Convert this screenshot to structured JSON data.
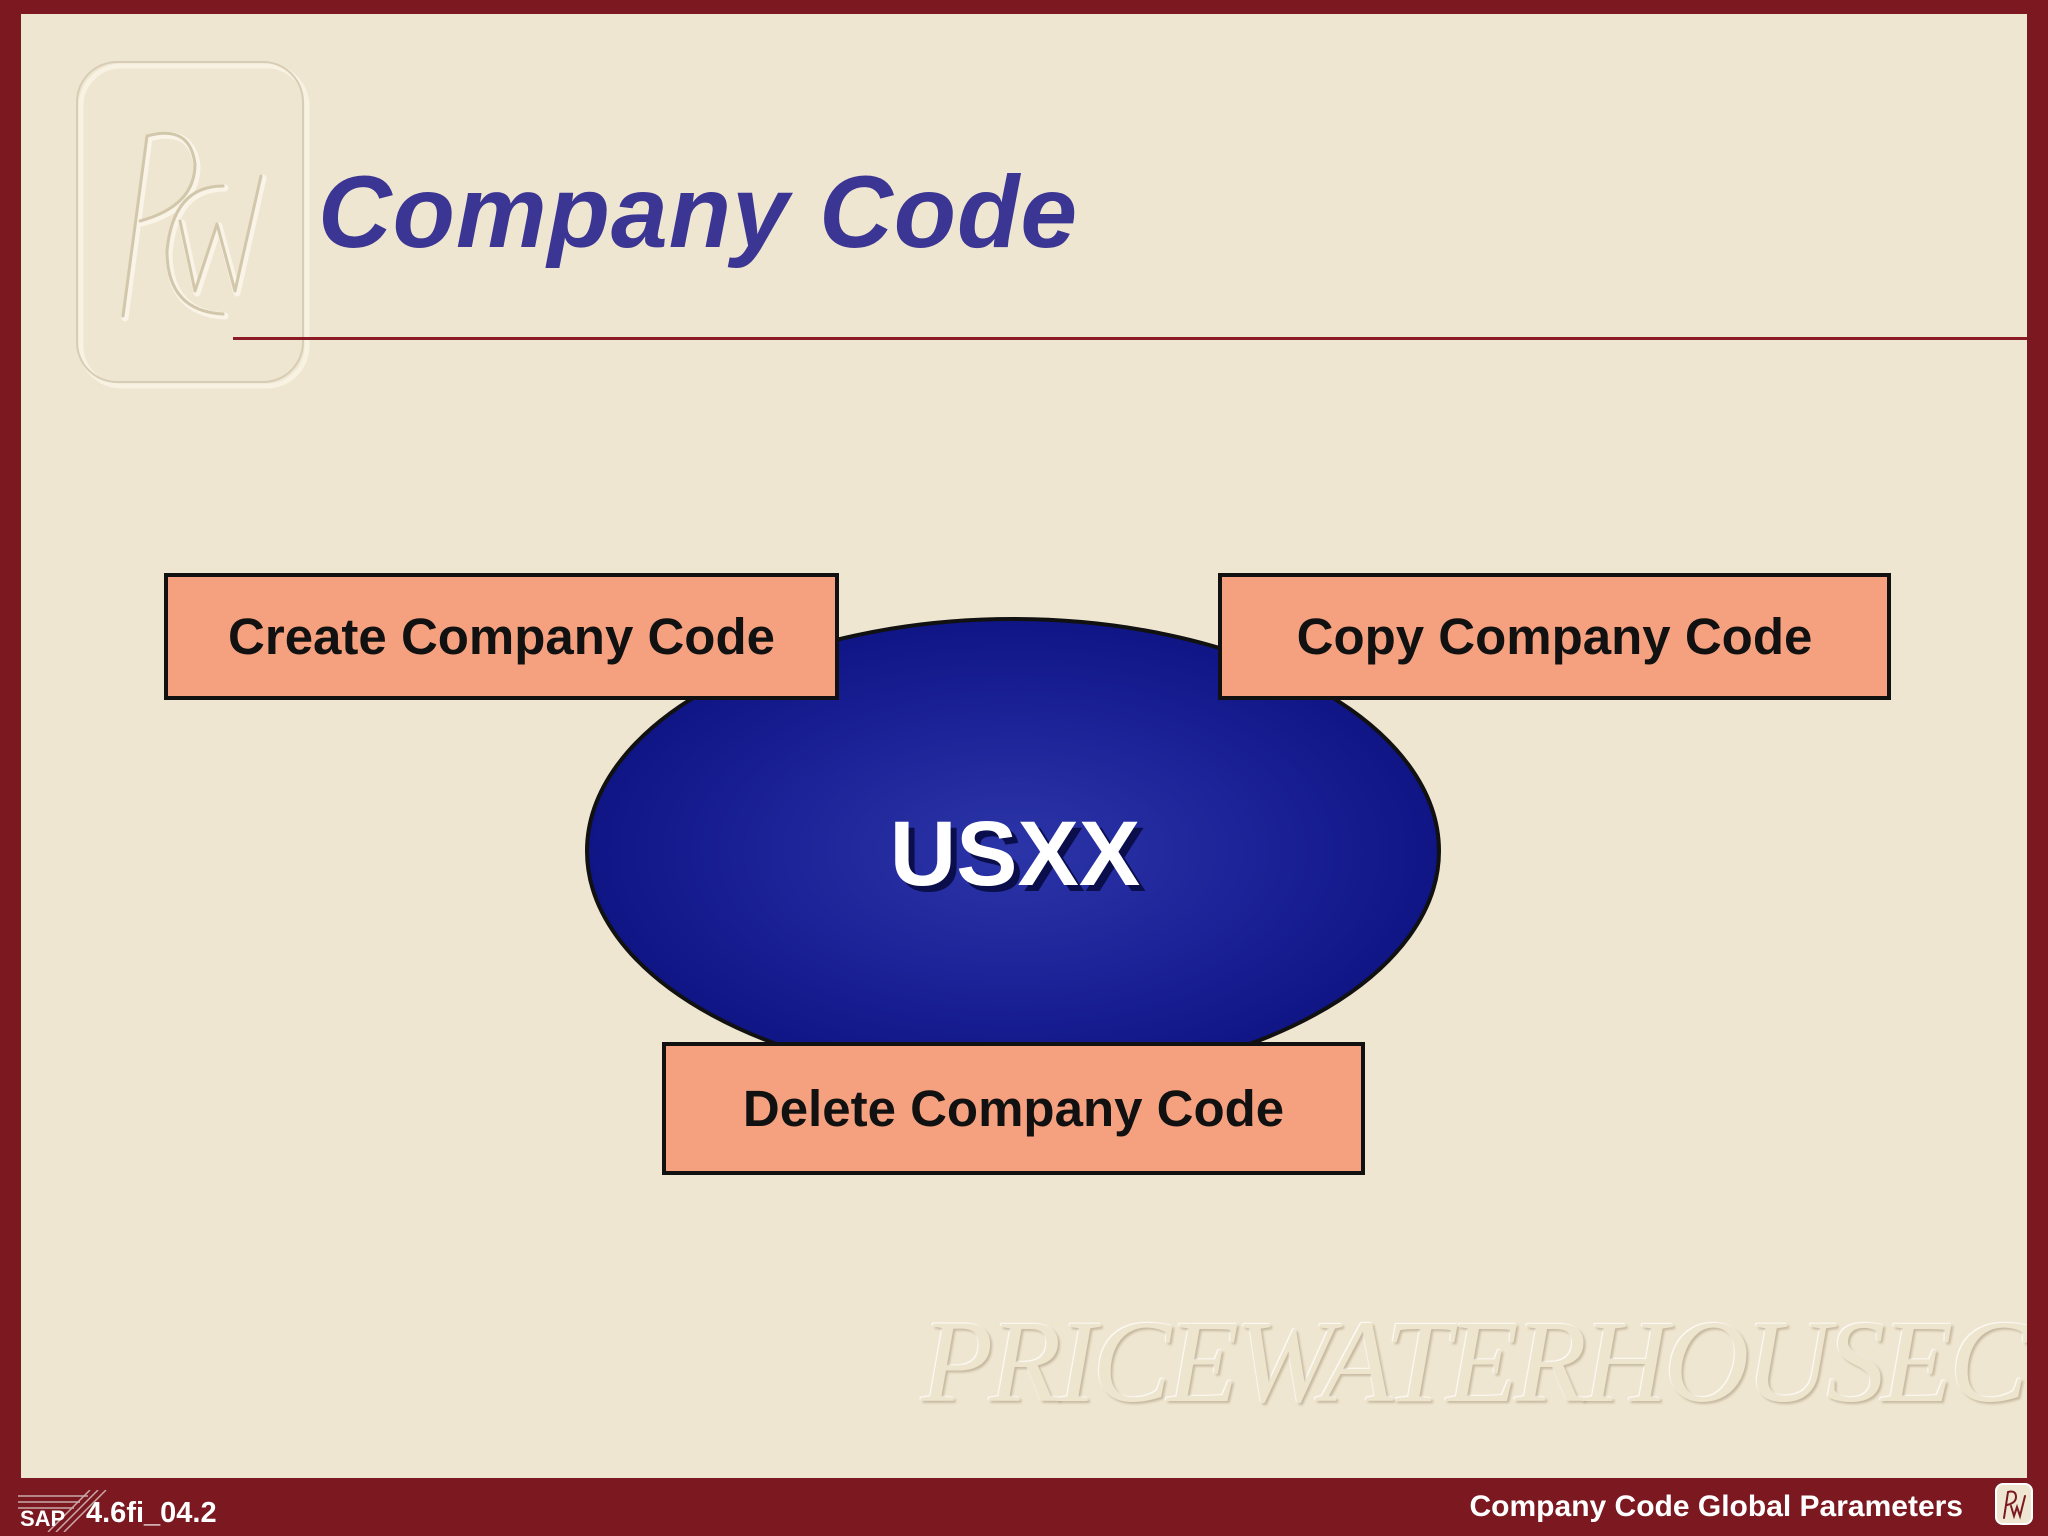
{
  "slide": {
    "title": "Company Code",
    "brand_watermark": "PRICEWATERHOUSECOOPERS",
    "logo_watermark_text": "PwC"
  },
  "diagram": {
    "center_label": "USXX",
    "actions": {
      "create": "Create Company Code",
      "copy": "Copy Company Code",
      "delete": "Delete Company Code"
    }
  },
  "footer": {
    "sap_mark": "SAP",
    "slide_id": "4.6fi_04.2",
    "title": "Company Code Global Parameters"
  },
  "colors": {
    "frame": "#7b1820",
    "background": "#efe6d1",
    "title": "#3b3593",
    "ellipse": "#141a8c",
    "box_fill": "#f5a17f",
    "box_border": "#111111"
  }
}
